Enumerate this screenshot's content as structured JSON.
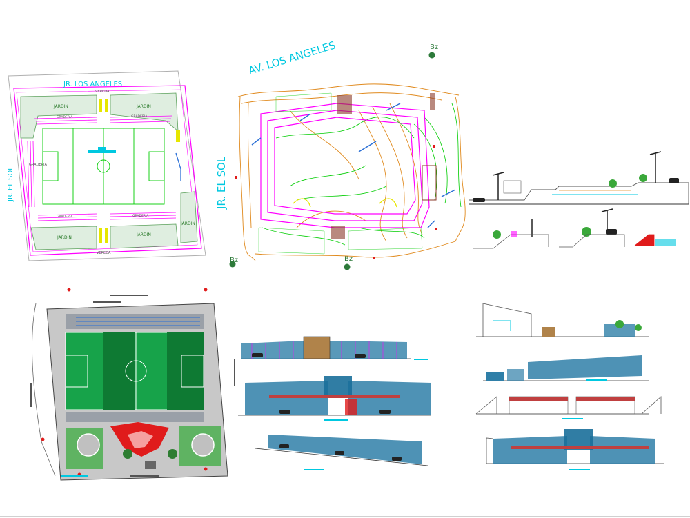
{
  "colors": {
    "cyan": "#00c8e0",
    "magenta": "#ff00ff",
    "green": "#00cc00",
    "field_green": "#17a34a",
    "field_dark": "#0e7a33",
    "orange": "#e08a1e",
    "blue": "#2a6fd6",
    "red": "#e01b1b",
    "grey": "#6b6b6b",
    "yellow": "#e6e600"
  },
  "plan_top_left": {
    "street_top": "JR. LOS ANGELES",
    "street_left": "JR. EL SOL",
    "vereda_top": "VEREDA",
    "vereda_bottom": "VEREDA",
    "jardin_tl": "JARDIN",
    "jardin_tr": "JARDIN",
    "jardin_bl": "JARDIN",
    "jardin_br": "JARDIN",
    "jardin_right": "JARDIN",
    "gradera_tl": "GRADERIA",
    "gradera_tr": "GRADERIA",
    "gradera_left": "GRADERIA",
    "gradera_bl": "GRADERIA",
    "gradera_br": "GRADERIA"
  },
  "topo_plan": {
    "street_top": "AV. LOS ANGELES",
    "street_left": "JR. EL SOL",
    "benchmarks": [
      "Bz",
      "Bz",
      "Bz"
    ]
  },
  "icons": [
    "street-lamp-icon",
    "tree-icon",
    "car-icon"
  ]
}
